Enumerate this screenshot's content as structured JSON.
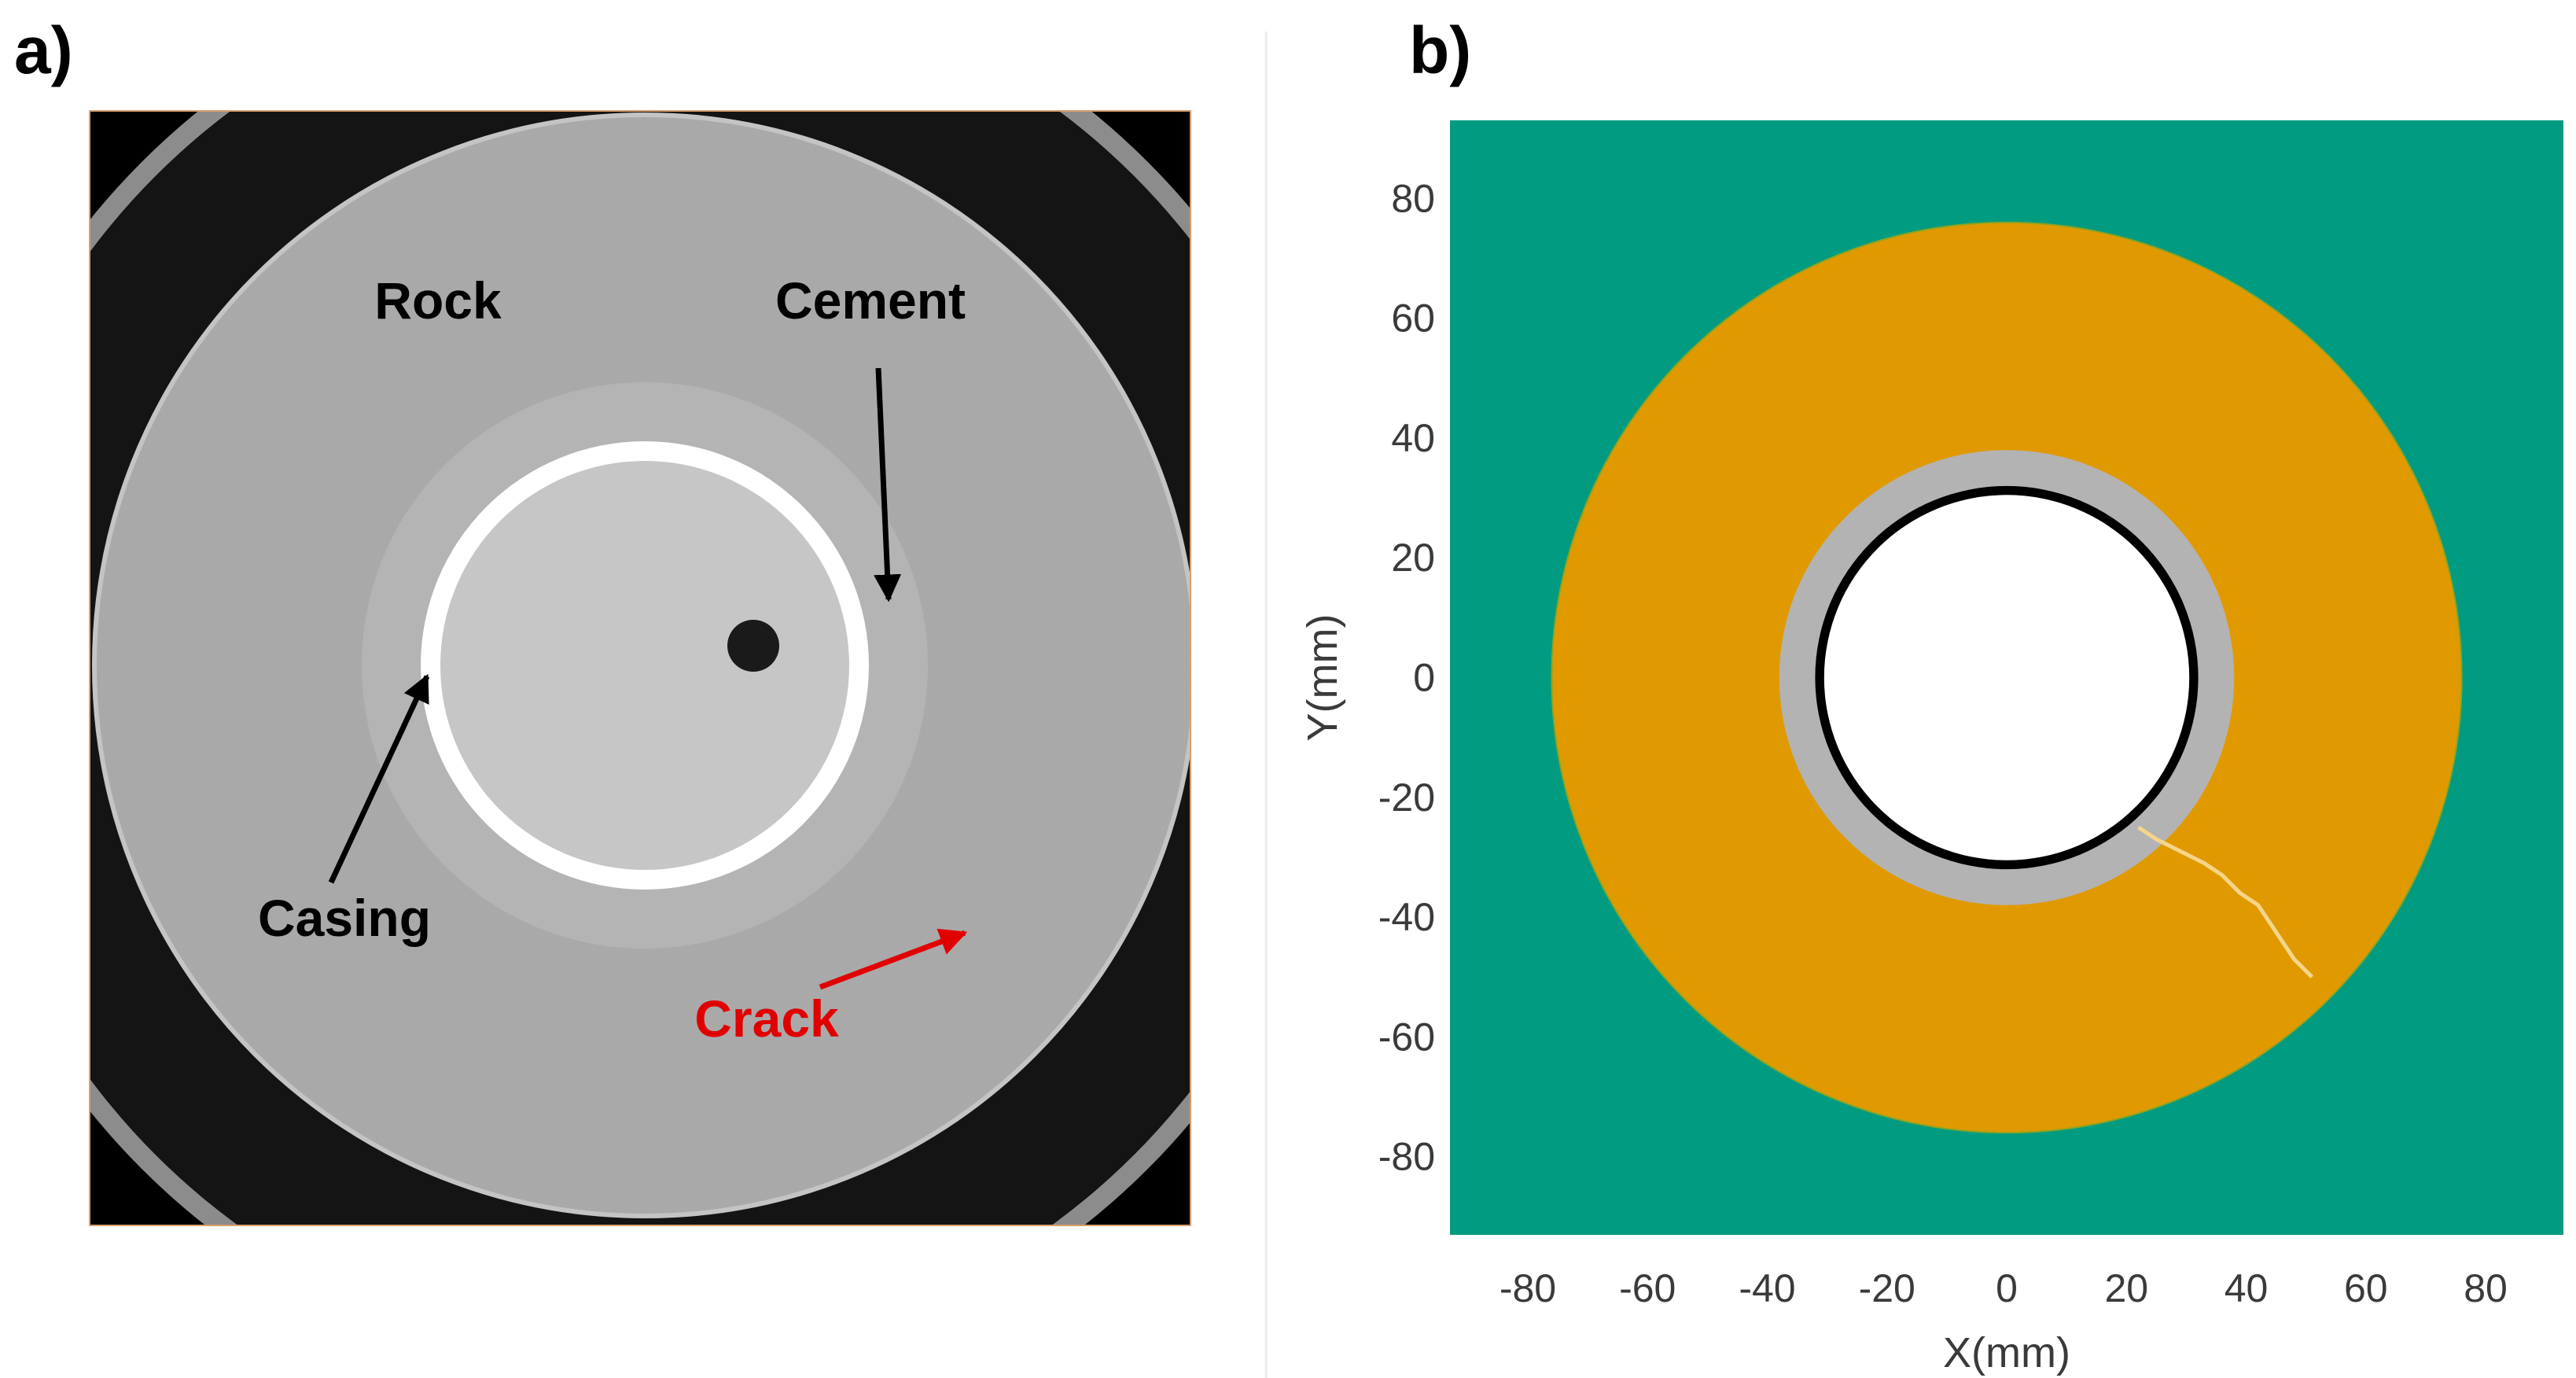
{
  "panels": {
    "a": {
      "label": "a)"
    },
    "b": {
      "label": "b)"
    }
  },
  "ct_image": {
    "annotations": {
      "rock": "Rock",
      "cement": "Cement",
      "casing": "Casing",
      "crack": "Crack"
    },
    "colors": {
      "annotation": "#000000",
      "crack_annotation": "#e00000"
    }
  },
  "model": {
    "x_axis_title": "X(mm)",
    "y_axis_title": "Y(mm)",
    "x_ticks": [
      "-80",
      "-60",
      "-40",
      "-20",
      "0",
      "20",
      "40",
      "60",
      "80"
    ],
    "y_ticks": [
      "80",
      "60",
      "40",
      "20",
      "0",
      "-20",
      "-40",
      "-60",
      "-80"
    ],
    "colors": {
      "outer_region": "#009b80",
      "rock": "#e09a00",
      "cement": "#b3b3b3",
      "casing": "#000000",
      "bore": "#ffffff",
      "crack": "#f5d58a"
    }
  }
}
